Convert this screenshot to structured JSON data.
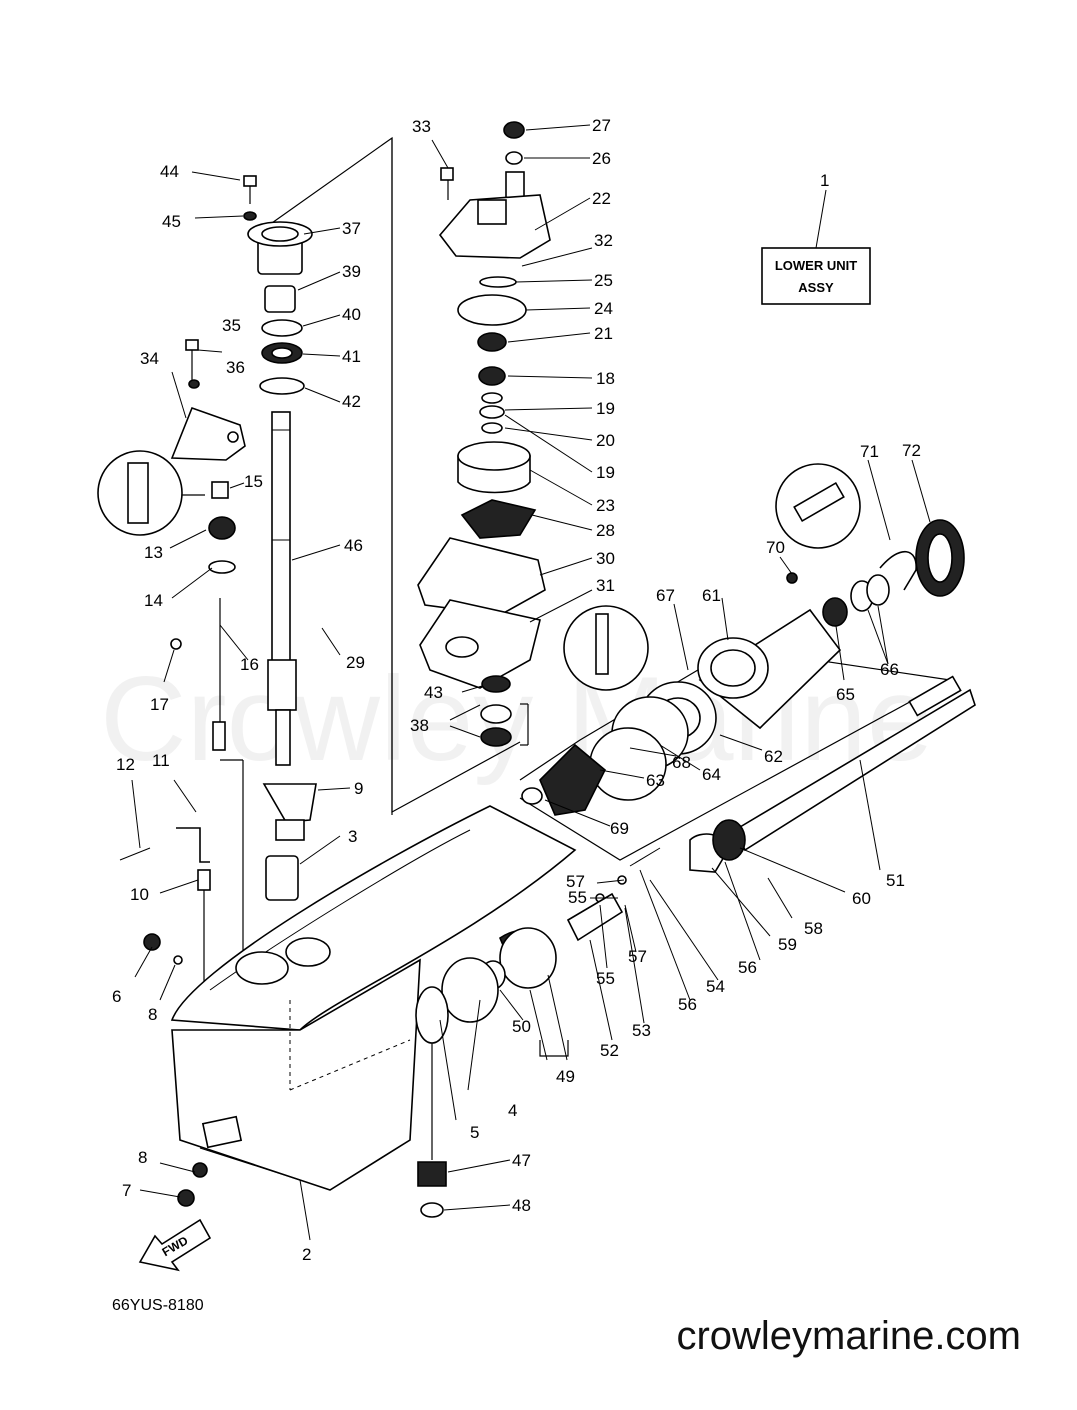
{
  "label_box": {
    "line1": "LOWER UNIT",
    "line2": "ASSY"
  },
  "fwd_marker": "FWD",
  "diagram_code": "66YUS-8180",
  "watermark": "Crowley Marine",
  "site": "crowleymarine.com",
  "callouts": [
    "1",
    "2",
    "3",
    "4",
    "5",
    "6",
    "7",
    "8",
    "8",
    "9",
    "10",
    "11",
    "12",
    "13",
    "14",
    "15",
    "16",
    "17",
    "18",
    "19",
    "19",
    "20",
    "21",
    "22",
    "23",
    "24",
    "25",
    "26",
    "27",
    "28",
    "29",
    "30",
    "31",
    "32",
    "33",
    "34",
    "35",
    "36",
    "37",
    "38",
    "39",
    "40",
    "41",
    "42",
    "43",
    "44",
    "45",
    "46",
    "47",
    "48",
    "49",
    "50",
    "51",
    "52",
    "53",
    "54",
    "55",
    "55",
    "56",
    "56",
    "57",
    "57",
    "58",
    "59",
    "60",
    "61",
    "62",
    "63",
    "64",
    "65",
    "66",
    "67",
    "68",
    "69",
    "70",
    "71",
    "72"
  ]
}
